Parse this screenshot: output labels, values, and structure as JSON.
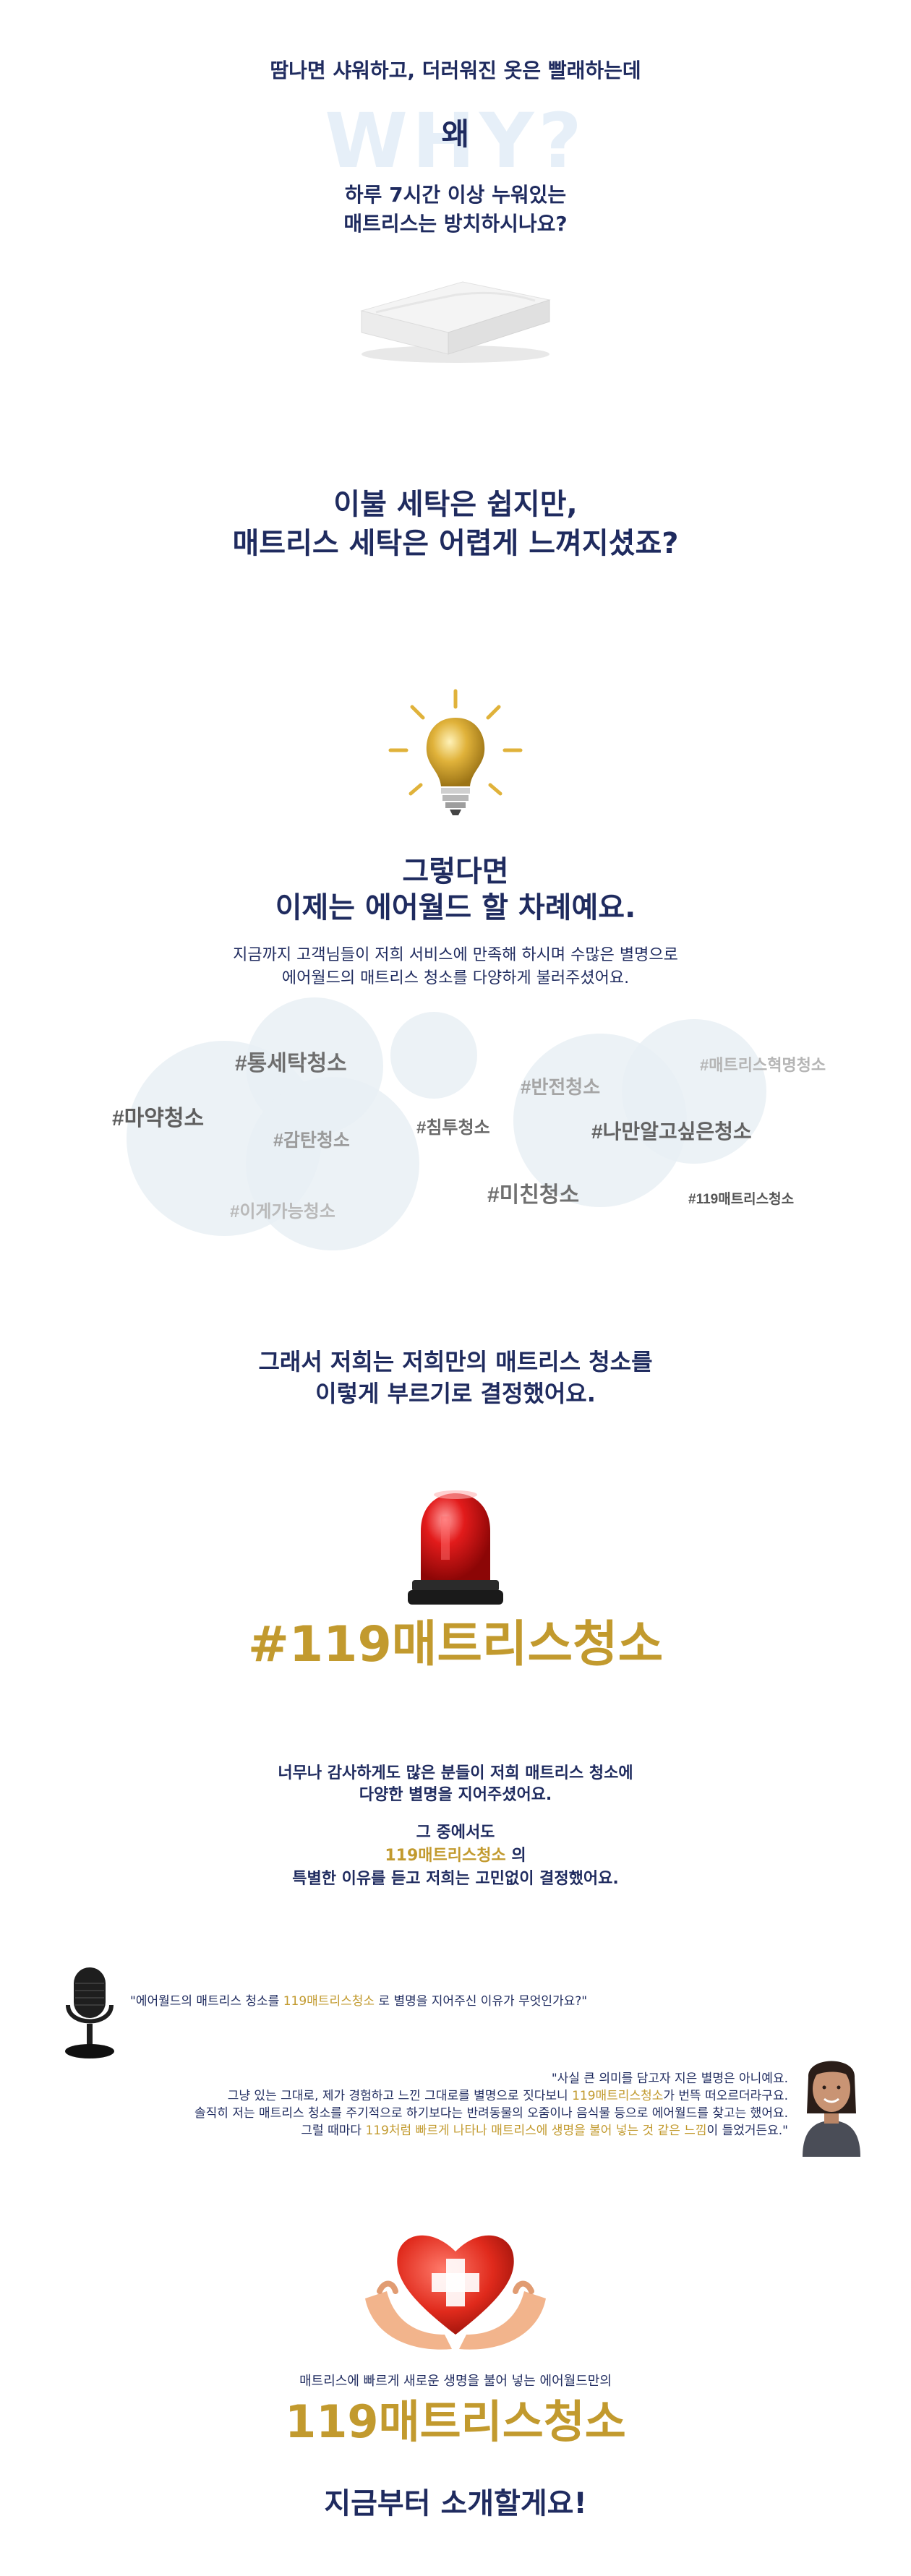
{
  "intro": {
    "line1": "땀나면 샤워하고, 더러워진 옷은 빨래하는데",
    "why_bg": "WHY?",
    "why_word": "왜",
    "question_l1": "하루 7시간 이상 누워있는",
    "question_l2": "매트리스는 방치하시나요?"
  },
  "section2": {
    "line1": "이불 세탁은 쉽지만,",
    "line2": "매트리스 세탁은 어렵게 느껴지셨죠?"
  },
  "section3": {
    "title_l1": "그렇다면",
    "title_l2": "이제는 에어월드 할 차례예요.",
    "desc_l1": "지금까지 고객님들이 저희 서비스에 만족해 하시며 수많은 별명으로",
    "desc_l2": "에어월드의 매트리스 청소를 다양하게 불러주셨어요."
  },
  "hashtags": [
    "#통세탁청소",
    "#마약청소",
    "#감탄청소",
    "#이게가능청소",
    "#침투청소",
    "#반전청소",
    "#매트리스혁명청소",
    "#나만알고싶은청소",
    "#미친청소",
    "#119매트리스청소"
  ],
  "section4": {
    "line1": "그래서 저희는 저희만의 매트리스 청소를",
    "line2": "이렇게 부르기로 결정했어요."
  },
  "brand": {
    "name": "#119매트리스청소"
  },
  "section5": {
    "l1": "너무나 감사하게도 많은 분들이 저희 매트리스 청소에",
    "l2": "다양한 별명을 지어주셨어요.",
    "l3": "그 중에서도",
    "l4_gold": "119매트리스청소",
    "l4_rest": " 의",
    "l5": "특별한 이유를 듣고 저희는 고민없이 결정했어요."
  },
  "interview": {
    "q_pre": "\"에어월드의 매트리스 청소를 ",
    "q_gold": "119매트리스청소",
    "q_post": " 로 별명을 지어주신 이유가 무엇인가요?\"",
    "a1": "\"사실 큰 의미를 담고자 지은 별명은 아니예요.",
    "a2_pre": "그냥 있는 그대로, 제가 경험하고 느낀 그대로를 별명으로 짓다보니 ",
    "a2_gold": "119매트리스청소",
    "a2_post": "가 번뜩 떠오르더라구요.",
    "a3": "솔직히 저는 매트리스 청소를 주기적으로 하기보다는 반려동물의 오줌이나 음식물 등으로 에어월드를 찾고는 했어요.",
    "a4_pre": "그럴 때마다 ",
    "a4_gold": "119처럼 빠르게 나타나 매트리스에 생명을 불어 넣는 것 같은 느낌",
    "a4_post": "이 들었거든요.\""
  },
  "closing": {
    "small": "매트리스에 빠르게 새로운 생명을 불어 넣는 에어월드만의",
    "brand": "119매트리스청소",
    "final": "지금부터 소개할게요!"
  },
  "colors": {
    "navy": "#1f2b5f",
    "gold": "#c29a2e",
    "bubble": "#e9f0f5"
  }
}
